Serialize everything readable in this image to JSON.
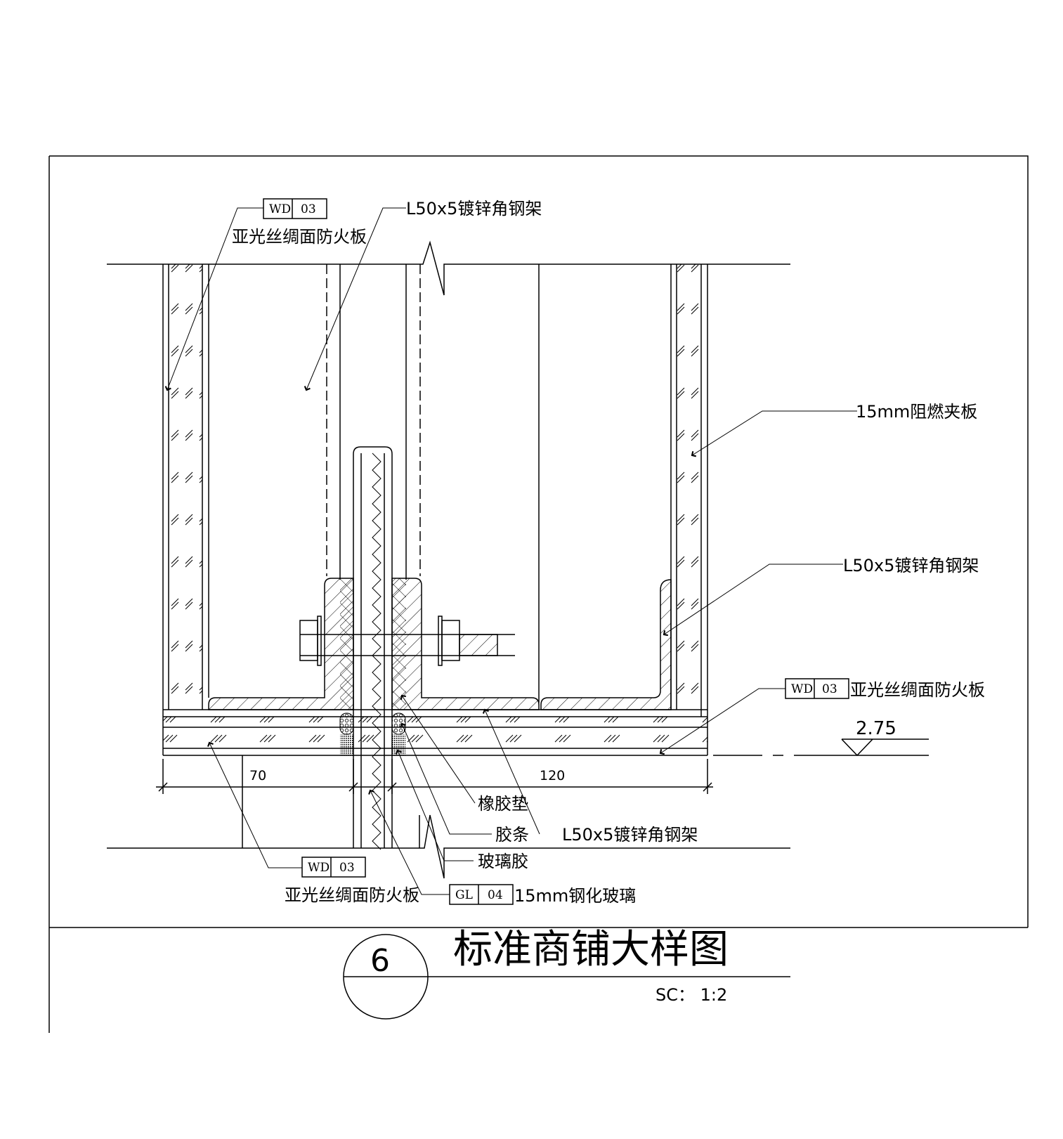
{
  "title": "标准商铺大样图",
  "detail_number": "6",
  "scale": "SC：  1:2",
  "level": "2.75",
  "dimensions": {
    "left": "70",
    "right": "120"
  },
  "tags": [
    {
      "code": "WD",
      "num": "03",
      "text": "亚光丝绸面防火板"
    },
    {
      "code": "WD",
      "num": "03",
      "text": "亚光丝绸面防火板"
    },
    {
      "code": "WD",
      "num": "03",
      "text": "亚光丝绸面防火板"
    },
    {
      "code": "GL",
      "num": "04",
      "text": "15mm钢化玻璃"
    }
  ],
  "labels": {
    "angle_top": "L50x5镀锌角钢架",
    "plywood": "15mm阻燃夹板",
    "angle_right": "L50x5镀锌角钢架",
    "rubber_pad": "橡胶垫",
    "rubber_strip": "胶条",
    "glass_glue": "玻璃胶",
    "angle_bottom": "L50x5镀锌角钢架"
  }
}
